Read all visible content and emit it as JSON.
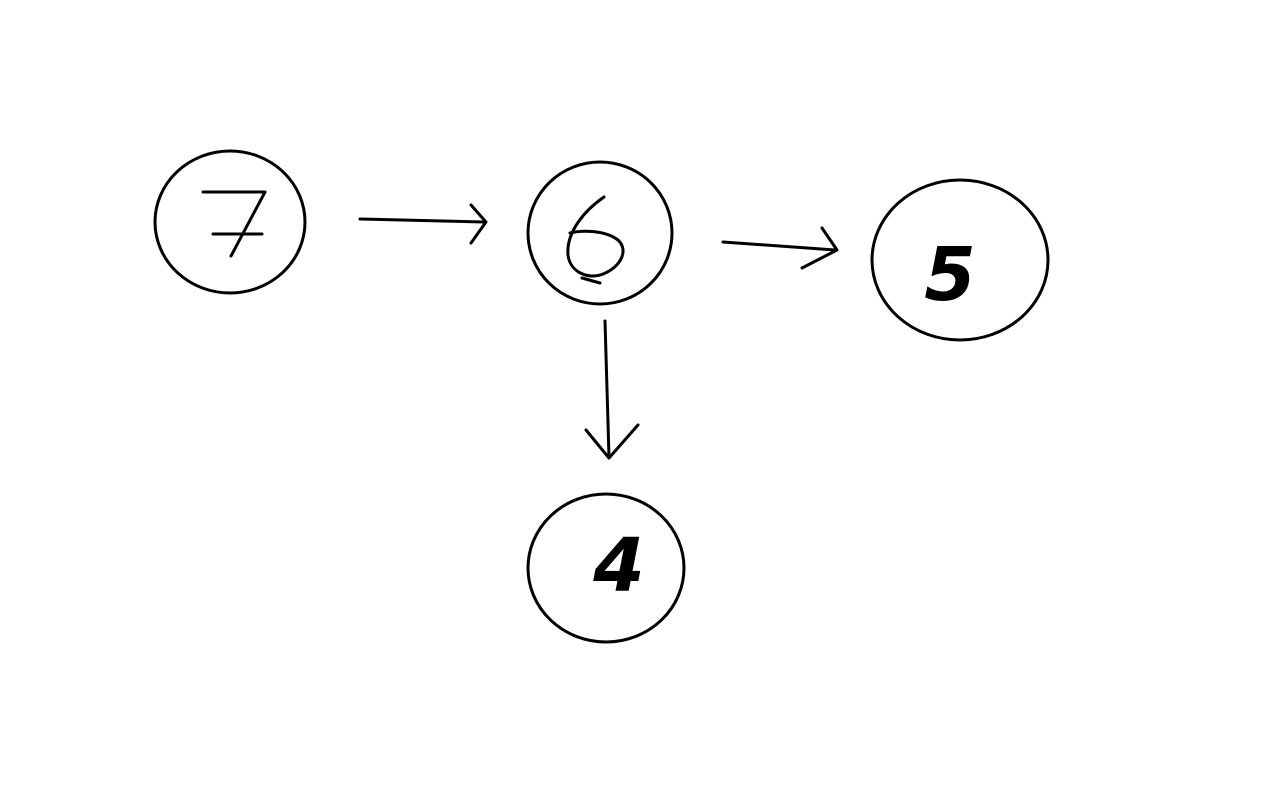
{
  "diagram": {
    "nodes": [
      {
        "id": "n7",
        "label": "7"
      },
      {
        "id": "n6",
        "label": "6"
      },
      {
        "id": "n5",
        "label": "5"
      },
      {
        "id": "n4",
        "label": "4"
      }
    ],
    "edges": [
      {
        "from": "n7",
        "to": "n6"
      },
      {
        "from": "n6",
        "to": "n5"
      },
      {
        "from": "n6",
        "to": "n4"
      }
    ]
  },
  "colors": {
    "background": "#ffffff",
    "ink": "#000000"
  }
}
